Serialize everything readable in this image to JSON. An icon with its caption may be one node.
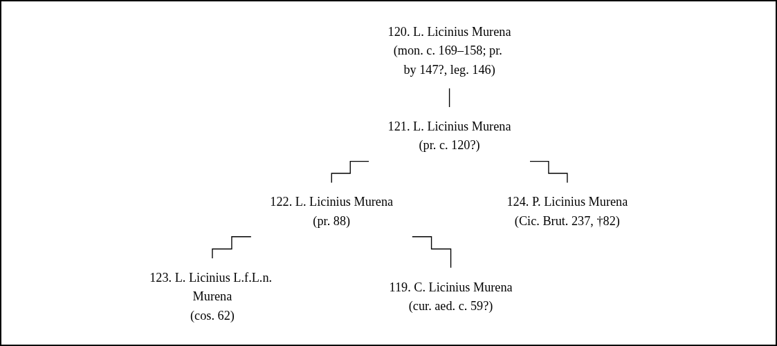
{
  "diagram": {
    "nodes": [
      {
        "text": [
          "120. L. Licinius Murena",
          "(mon. c. 169–158; pr. by 147?, leg. 146)"
        ]
      },
      {
        "text": [
          "121. L. Licinius Murena",
          "(pr. c. 120?)"
        ]
      },
      {
        "text": [
          "122. L. Licinius Murena",
          "(pr. 88)"
        ]
      },
      {
        "text": [
          "124. P. Licinius Murena",
          "(Cic. Brut. 237, †82)"
        ]
      },
      {
        "text": [
          "123. L. Licinius L.f.L.n. Murena",
          "(cos. 62)"
        ]
      },
      {
        "text": [
          "119. C. Licinius Murena",
          "(cur. aed. c. 59?)"
        ]
      }
    ],
    "edges": [
      {
        "from": 0,
        "to": 1,
        "arrow": "none"
      },
      {
        "from": 1,
        "to": 2,
        "arrow": "none"
      },
      {
        "from": 1,
        "to": 3,
        "arrow": "none"
      },
      {
        "from": 2,
        "to": 4,
        "arrow": "none"
      },
      {
        "from": 2,
        "to": 5,
        "arrow": "none"
      }
    ]
  }
}
